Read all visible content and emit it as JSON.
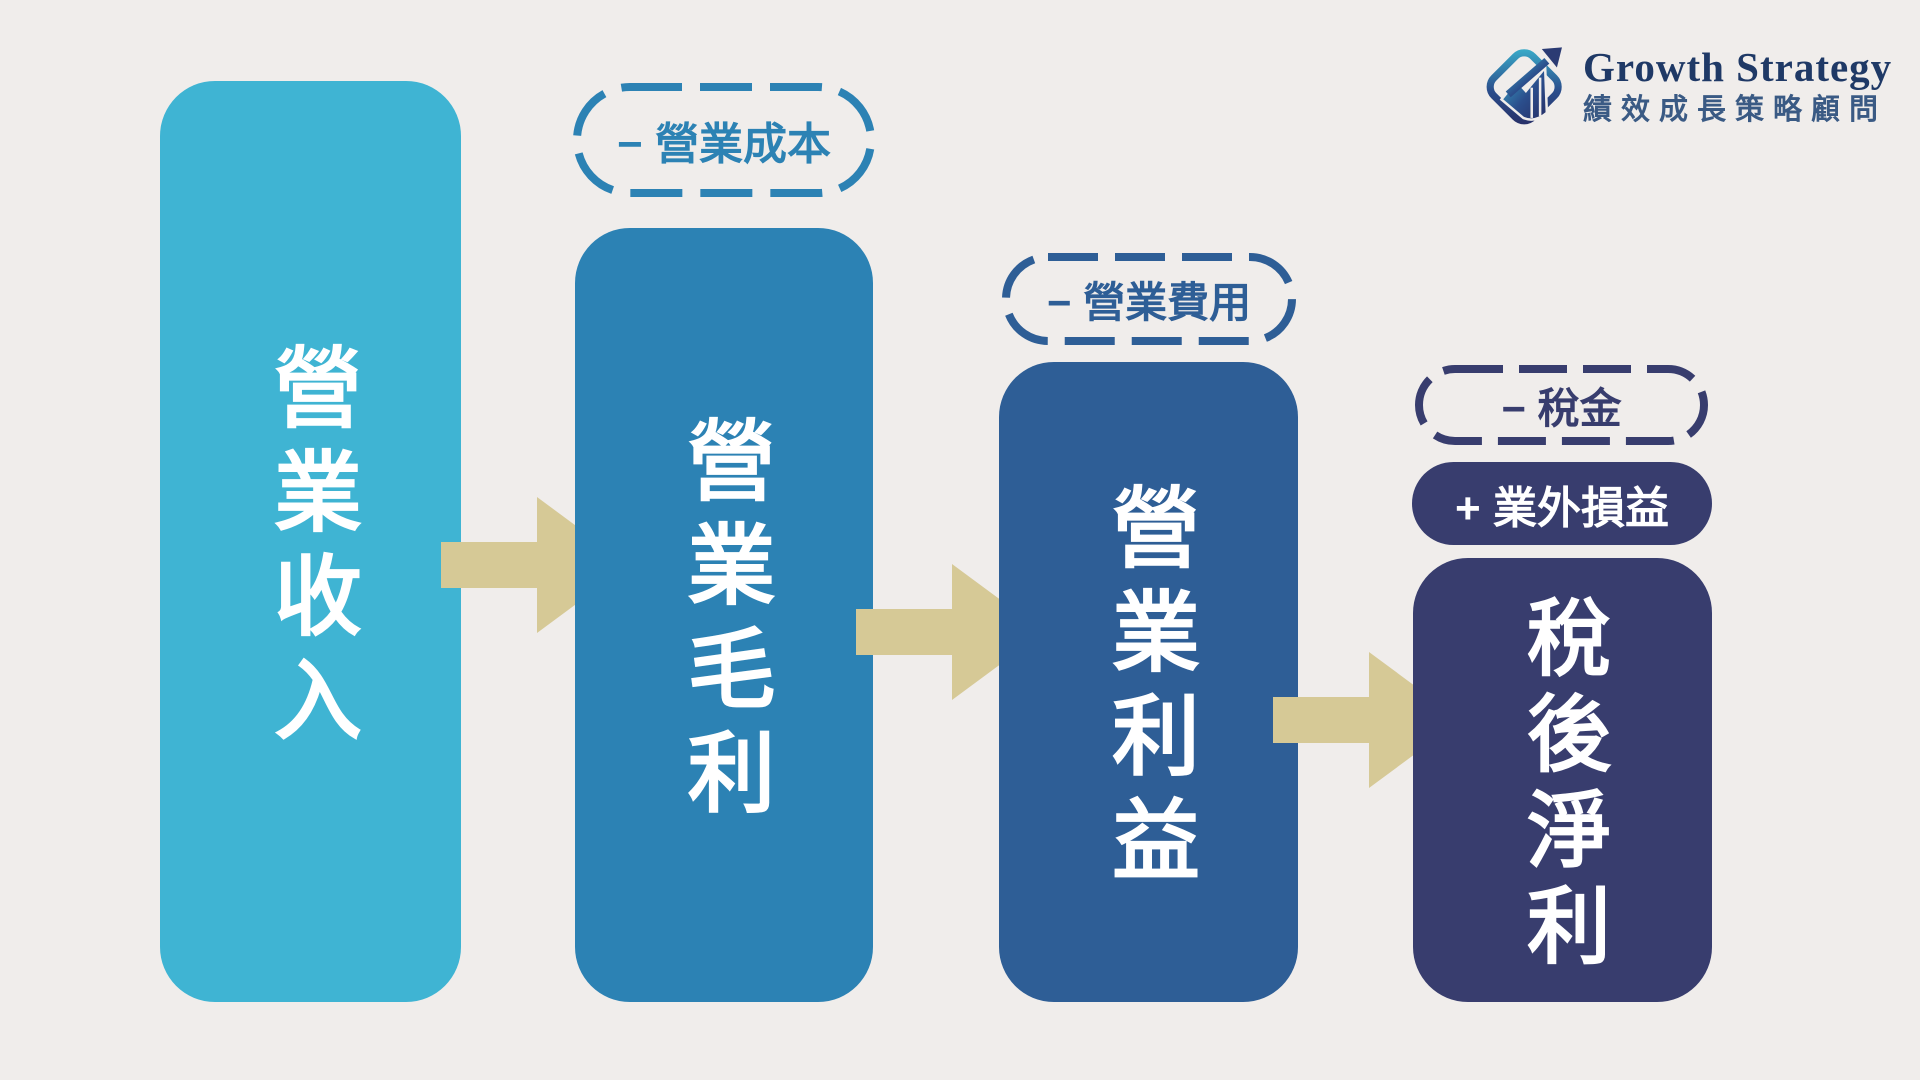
{
  "background_color": "#F0EDEB",
  "arrow_color": "#D6C996",
  "logo": {
    "brand": "Growth Strategy",
    "tagline": "績效成長策略顧問",
    "brand_color": "#1F3966",
    "tagline_color": "#3A5A84"
  },
  "flow": {
    "type": "income-statement-waterfall",
    "steps": [
      {
        "label": "營業收入",
        "color": "#3FB4D3",
        "badges": []
      },
      {
        "label": "營業毛利",
        "color": "#2C82B4",
        "badges": [
          {
            "text": "− 營業成本",
            "style": "dashed",
            "color": "#2C82B4"
          }
        ]
      },
      {
        "label": "營業利益",
        "color": "#2E5E96",
        "badges": [
          {
            "text": "− 營業費用",
            "style": "dashed",
            "color": "#2E5E96"
          }
        ]
      },
      {
        "label": "稅後淨利",
        "color": "#383D6E",
        "badges": [
          {
            "text": "− 稅金",
            "style": "dashed",
            "color": "#383D6E"
          },
          {
            "text": "+ 業外損益",
            "style": "solid",
            "color": "#383D6E"
          }
        ]
      }
    ]
  }
}
